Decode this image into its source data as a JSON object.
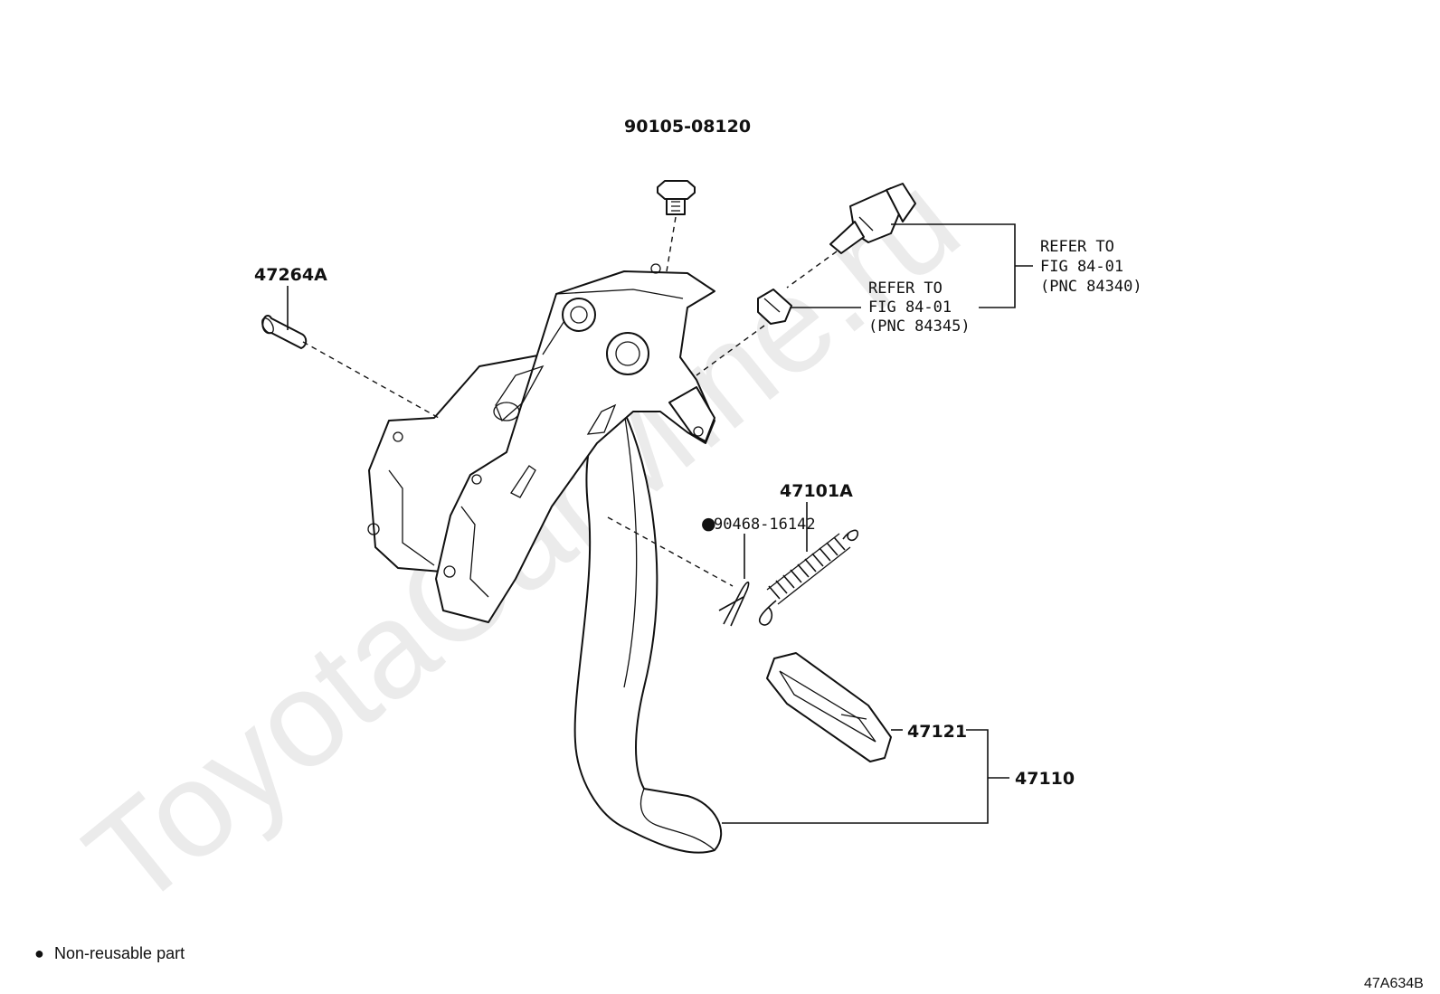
{
  "watermark": "ToyotaCarMine.ru",
  "figure_code": "47A634B",
  "legend": {
    "bullet": "●",
    "text": "Non-reusable part"
  },
  "callouts": {
    "bolt": "90105-08120",
    "pin": "47264A",
    "spring": "47101A",
    "clip_bullet": "●",
    "clip": "90468-16142",
    "pad": "47121",
    "pedal": "47110"
  },
  "refs": {
    "switch": {
      "line1": "REFER TO",
      "line2": "FIG 84-01",
      "line3": "(PNC 84340)"
    },
    "clip_nut": {
      "line1": "REFER TO",
      "line2": "FIG 84-01",
      "line3": "(PNC 84345)"
    }
  }
}
